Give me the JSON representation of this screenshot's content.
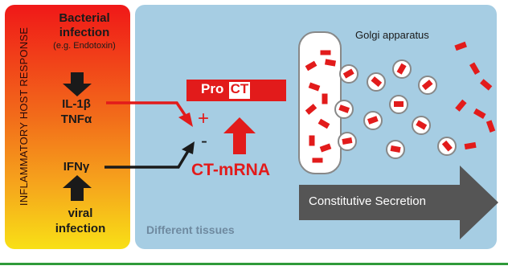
{
  "left_panel": {
    "vertical_label": "INFLAMMATORY HOST RESPONSE",
    "bacterial_line1": "Bacterial",
    "bacterial_line2": "infection",
    "bacterial_example": "(e.g. Endotoxin)",
    "cytokine1": "IL-1β",
    "cytokine2": "TNFα",
    "ifn": "IFNγ",
    "viral_line1": "viral",
    "viral_line2": "infection"
  },
  "right_panel": {
    "procalcitonin_prefix": "Pro",
    "procalcitonin_box": "CT",
    "plus": "+",
    "minus": "-",
    "mrna": "CT-mRNA",
    "golgi": "Golgi apparatus",
    "secretion": "Constitutive Secretion",
    "tissues": "Different tissues"
  },
  "colors": {
    "red": "#e21b1b",
    "gradient_top": "#f01818",
    "gradient_bottom": "#f8e016",
    "tissue_bg": "#a6cde3",
    "arrow_gray": "#555555",
    "footer_green": "#2f9a3a"
  }
}
